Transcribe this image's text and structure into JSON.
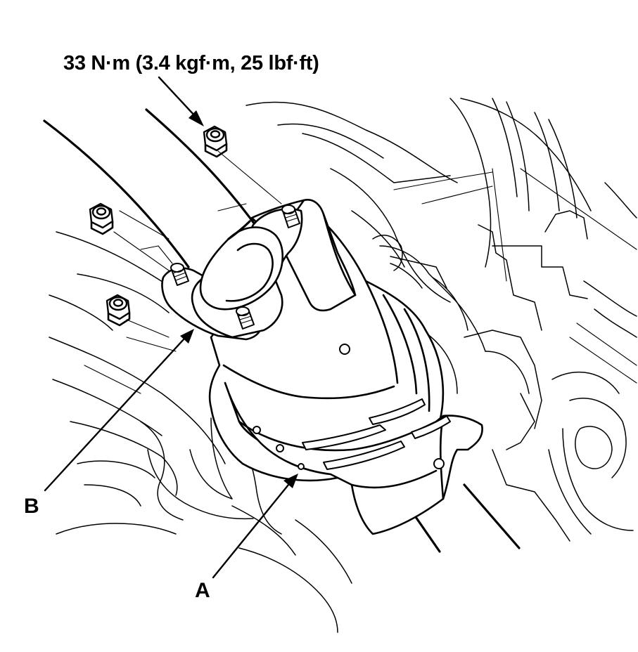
{
  "labels": {
    "torque_spec": "33 N·m (3.4 kgf·m, 25 lbf·ft)",
    "callout_a": "A",
    "callout_b": "B"
  },
  "colors": {
    "ink": "#000000",
    "paper": "#ffffff"
  }
}
